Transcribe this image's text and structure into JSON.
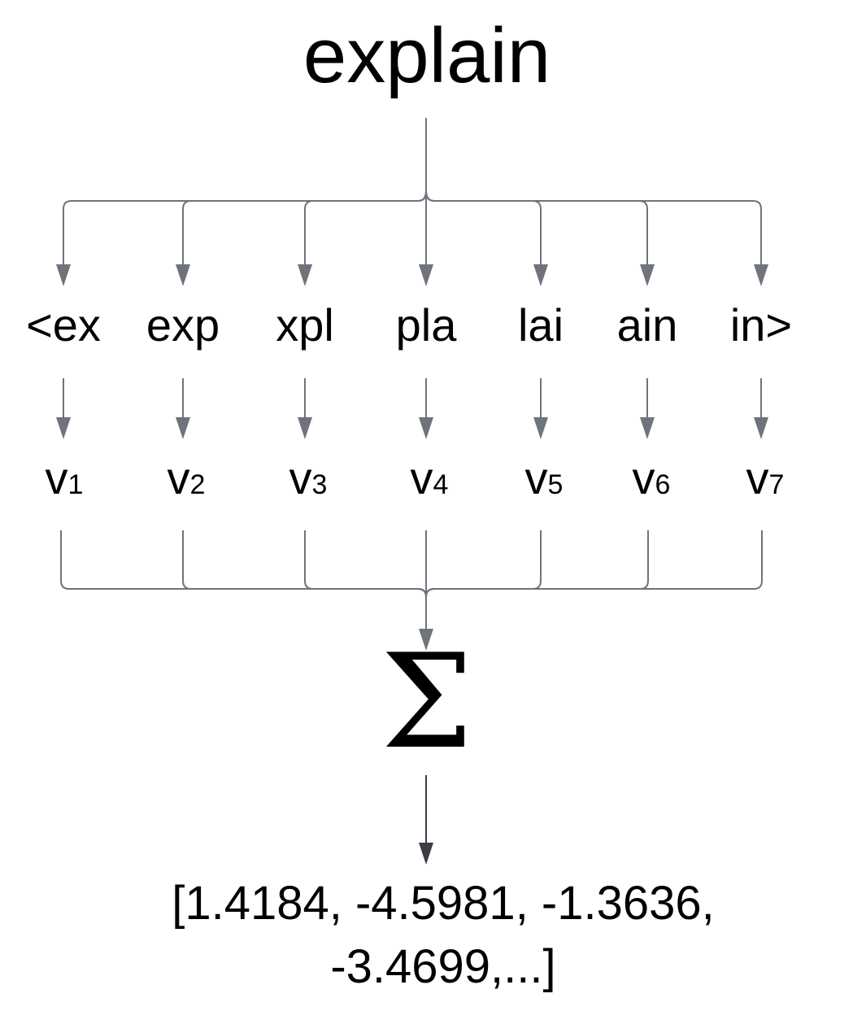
{
  "word": "explain",
  "ngrams": [
    "<ex",
    "exp",
    "xpl",
    "pla",
    "lai",
    "ain",
    "in>"
  ],
  "vectors": [
    {
      "symbol": "v",
      "index": "1"
    },
    {
      "symbol": "v",
      "index": "2"
    },
    {
      "symbol": "v",
      "index": "3"
    },
    {
      "symbol": "v",
      "index": "4"
    },
    {
      "symbol": "v",
      "index": "5"
    },
    {
      "symbol": "v",
      "index": "6"
    },
    {
      "symbol": "v",
      "index": "7"
    }
  ],
  "sum_symbol": "Σ",
  "result_line1": "[1.4184, -4.5981, -1.3636,",
  "result_line2": "-3.4699,...]",
  "colors": {
    "connector": "#6f737b",
    "final_arrow": "#3a3d43",
    "text": "#000000"
  }
}
